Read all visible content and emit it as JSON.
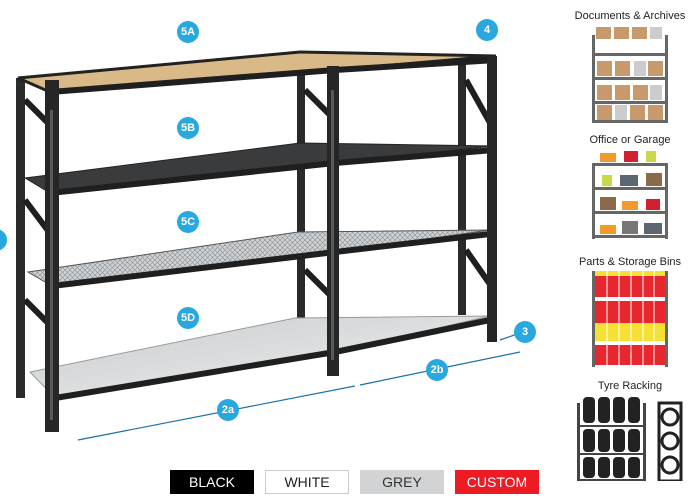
{
  "markers": {
    "m5a": "5A",
    "m5b": "5B",
    "m5c": "5C",
    "m5d": "5D",
    "m4": "4",
    "m3": "3",
    "m2a": "2a",
    "m2b": "2b"
  },
  "categories": [
    {
      "title": "Documents & Archives",
      "icon": "boxes-shelf-icon"
    },
    {
      "title": "Office or Garage",
      "icon": "toolbox-shelf-icon"
    },
    {
      "title": "Parts & Storage Bins",
      "icon": "bins-shelf-icon"
    },
    {
      "title": "Tyre Racking",
      "icon": "tyre-rack-icon"
    }
  ],
  "colors": [
    {
      "label": "BLACK",
      "bg": "#000000",
      "fg": "#ffffff"
    },
    {
      "label": "WHITE",
      "bg": "#ffffff",
      "fg": "#222222"
    },
    {
      "label": "GREY",
      "bg": "#d1d3d4",
      "fg": "#333333"
    },
    {
      "label": "CUSTOM",
      "bg": "#ed1c24",
      "fg": "#ffffff"
    }
  ],
  "accent": "#29a8e0"
}
